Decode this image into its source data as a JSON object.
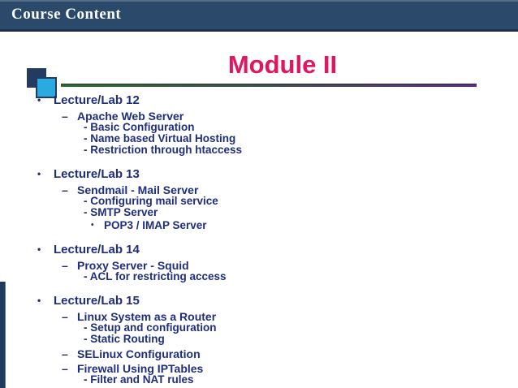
{
  "header": {
    "title": "Course Content"
  },
  "slide": {
    "title": "Module II",
    "markers": {
      "level1": "•",
      "level2": "–",
      "level4": "•"
    },
    "sections": [
      {
        "title": "Lecture/Lab 12",
        "items": [
          {
            "level": 2,
            "text": "Apache Web Server"
          },
          {
            "level": 3,
            "text": "- Basic Configuration"
          },
          {
            "level": 3,
            "text": "- Name based Virtual Hosting"
          },
          {
            "level": 3,
            "text": "- Restriction through htaccess"
          }
        ]
      },
      {
        "title": "Lecture/Lab 13",
        "items": [
          {
            "level": 2,
            "text": "Sendmail - Mail Server"
          },
          {
            "level": 3,
            "text": "- Configuring mail service"
          },
          {
            "level": 3,
            "text": "- SMTP Server"
          },
          {
            "level": 4,
            "text": "POP3 / IMAP Server"
          }
        ]
      },
      {
        "title": "Lecture/Lab 14",
        "items": [
          {
            "level": 2,
            "text": "Proxy Server - Squid"
          },
          {
            "level": 3,
            "text": "- ACL for restricting access"
          }
        ]
      },
      {
        "title": "Lecture/Lab 15",
        "items": [
          {
            "level": 2,
            "text": "Linux System as a Router"
          },
          {
            "level": 3,
            "text": "- Setup and configuration"
          },
          {
            "level": 3,
            "text": "- Static Routing"
          },
          {
            "level": 2,
            "text": "SELinux Configuration"
          },
          {
            "level": 2,
            "text": "Firewall Using IPTables"
          },
          {
            "level": 3,
            "text": "- Filter and NAT rules"
          }
        ]
      }
    ]
  },
  "colors": {
    "header_bar": "#2b4a6b",
    "body_text": "#1f2d7e",
    "title": "#e0175f",
    "square_front": "#29abe2",
    "square_back": "#243b60",
    "rule_left": "#2d6b2d",
    "rule_right": "#5b2c83",
    "left_edge_bar": "#1f3a5f"
  }
}
